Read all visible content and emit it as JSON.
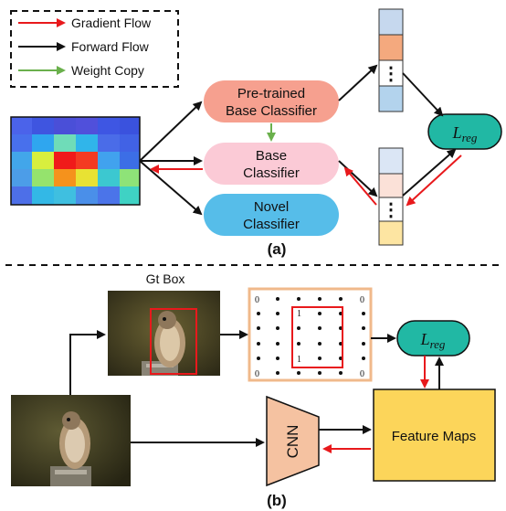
{
  "legend": {
    "gradient_flow": "Gradient Flow",
    "forward_flow": "Forward Flow",
    "weight_copy": "Weight Copy"
  },
  "part_a": {
    "pretrained_line1": "Pre-trained",
    "pretrained_line2": "Base Classifier",
    "base_line1": "Base",
    "base_line2": "Classifier",
    "novel_line1": "Novel",
    "novel_line2": "Classifier",
    "loss_symbol": "L",
    "loss_subscript": "reg",
    "vector_dots": "⋮",
    "caption": "(a)"
  },
  "part_b": {
    "gt_box_label": "Gt Box",
    "grid_zero": "0",
    "grid_one": "1",
    "cnn_label": "CNN",
    "feature_maps_label": "Feature Maps",
    "loss_symbol": "L",
    "loss_subscript": "reg",
    "caption": "(b)"
  },
  "colors": {
    "gradient": "#e8191c",
    "forward": "#111111",
    "weight_copy": "#6ab04c",
    "pretrained_fill": "#f6a08f",
    "base_fill": "#fbcad6",
    "novel_fill": "#56bde9",
    "loss_fill": "#21b8a4",
    "cnn_fill": "#f5c2a1",
    "feature_fill": "#fcd55a",
    "grid_border": "#f0b98b",
    "vector_top_1": "#c6d8ee",
    "vector_top_2": "#f4a97e",
    "vector_top_4": "#b3d3ed",
    "vector_bot_1": "#dbe6f5",
    "vector_bot_2": "#fbe1d8",
    "vector_bot_4": "#fde5a2"
  }
}
